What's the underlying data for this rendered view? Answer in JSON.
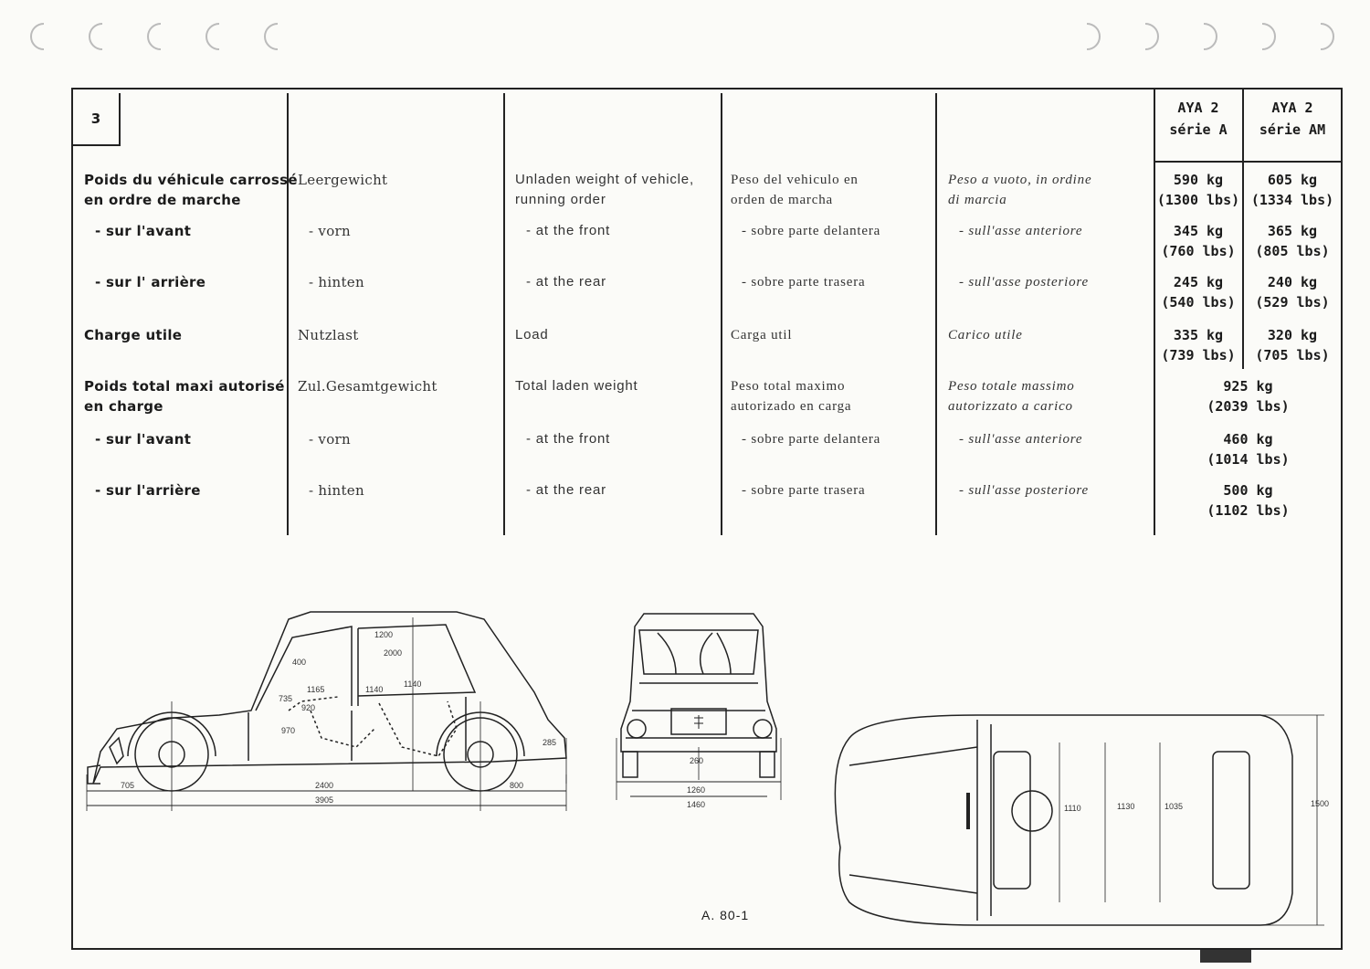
{
  "section": "3",
  "headers": {
    "col_a": [
      "AYA 2",
      "série A"
    ],
    "col_am": [
      "AYA 2",
      "série AM"
    ]
  },
  "rows": [
    {
      "fr": [
        "Poids du véhicule carrossé",
        "en ordre de marche"
      ],
      "de": [
        "Leergewicht"
      ],
      "en": [
        "Unladen weight of vehicle,",
        "running order"
      ],
      "es": [
        "Peso del vehiculo en",
        "orden de marcha"
      ],
      "it": [
        "Peso a vuoto, in ordine",
        "di marcia"
      ],
      "a": [
        "590 kg",
        "(1300 lbs)"
      ],
      "am": [
        "605 kg",
        "(1334 lbs)"
      ]
    },
    {
      "fr": [
        "- sur l'avant"
      ],
      "de": [
        "- vorn"
      ],
      "en": [
        "- at the front"
      ],
      "es": [
        "- sobre parte delantera"
      ],
      "it": [
        "- sull'asse anteriore"
      ],
      "a": [
        "345 kg",
        "(760 lbs)"
      ],
      "am": [
        "365 kg",
        "(805 lbs)"
      ]
    },
    {
      "fr": [
        "- sur l' arrière"
      ],
      "de": [
        "- hinten"
      ],
      "en": [
        "- at the rear"
      ],
      "es": [
        "- sobre parte trasera"
      ],
      "it": [
        "- sull'asse posteriore"
      ],
      "a": [
        "245 kg",
        "(540 lbs)"
      ],
      "am": [
        "240 kg",
        "(529 lbs)"
      ]
    },
    {
      "fr": [
        "Charge utile"
      ],
      "de": [
        "Nutzlast"
      ],
      "en": [
        "Load"
      ],
      "es": [
        "Carga util"
      ],
      "it": [
        "Carico utile"
      ],
      "a": [
        "335 kg",
        "(739 lbs)"
      ],
      "am": [
        "320 kg",
        "(705 lbs)"
      ]
    },
    {
      "fr": [
        "Poids total maxi autorisé",
        "en charge"
      ],
      "de": [
        "Zul.Gesamtgewicht"
      ],
      "en": [
        "Total laden weight"
      ],
      "es": [
        "Peso total maximo",
        "autorizado en carga"
      ],
      "it": [
        "Peso totale massimo",
        "autorizzato a carico"
      ],
      "both": [
        "925 kg",
        "(2039 lbs)"
      ]
    },
    {
      "fr": [
        "- sur l'avant"
      ],
      "de": [
        "- vorn"
      ],
      "en": [
        "- at the front"
      ],
      "es": [
        "- sobre parte delantera"
      ],
      "it": [
        "- sull'asse anteriore"
      ],
      "both": [
        "460 kg",
        "(1014 lbs)"
      ]
    },
    {
      "fr": [
        "- sur l'arrière"
      ],
      "de": [
        "- hinten"
      ],
      "en": [
        "- at the rear"
      ],
      "es": [
        "- sobre parte trasera"
      ],
      "it": [
        "- sull'asse posteriore"
      ],
      "both": [
        "500 kg",
        "(1102 lbs)"
      ]
    }
  ],
  "dimensions": {
    "side": [
      "705",
      "2400",
      "800",
      "3905",
      "285"
    ],
    "side_inner": [
      "1200",
      "2000",
      "1140",
      "1140",
      "920",
      "400",
      "1165",
      "735",
      "970"
    ],
    "front": [
      "260",
      "1260",
      "1460"
    ],
    "top": [
      "1110",
      "1130",
      "1035",
      "1500"
    ]
  },
  "figure_ref": "A. 80-1"
}
